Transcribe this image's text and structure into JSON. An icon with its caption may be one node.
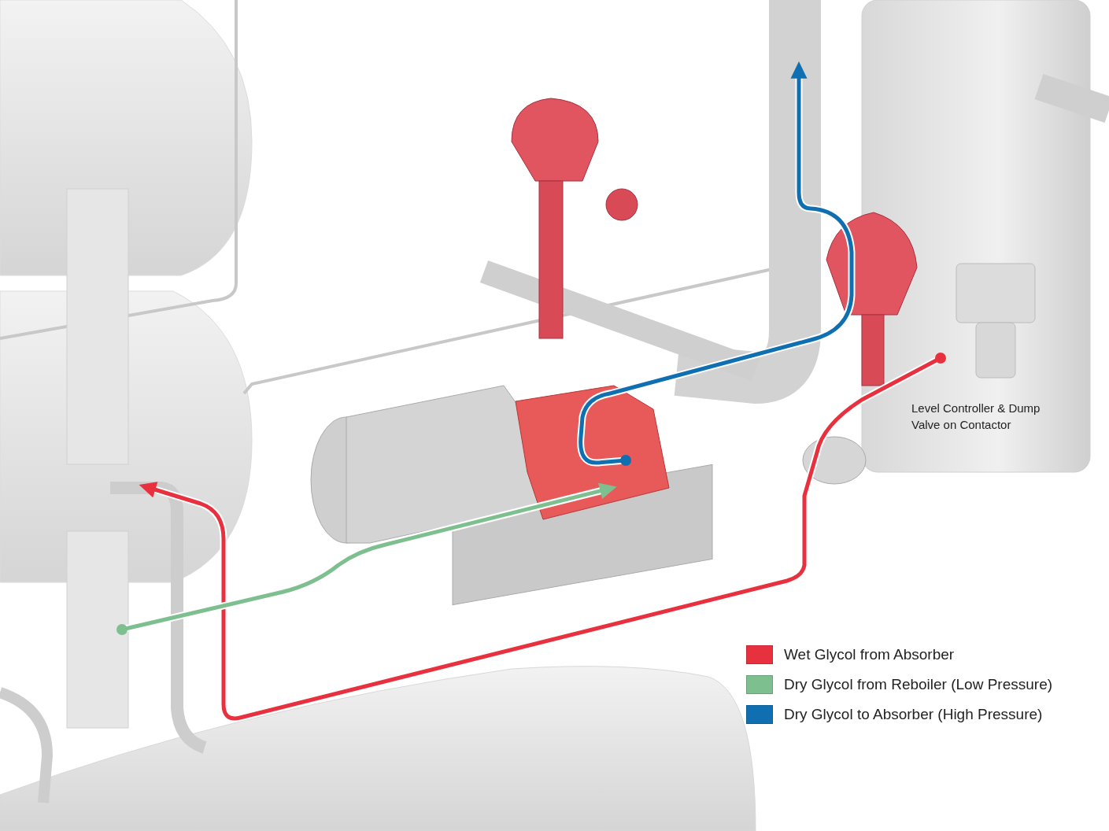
{
  "diagram": {
    "labels": [
      "Level Controller & Dump Valve on Contactor"
    ],
    "legend": [
      {
        "text": "Wet Glycol from Absorber",
        "color": "#e8313f"
      },
      {
        "text": "Dry Glycol from Reboiler (Low Pressure)",
        "color": "#7dbf8e"
      },
      {
        "text": "Dry Glycol to Absorber (High Pressure)",
        "color": "#0f6fb0"
      }
    ]
  }
}
